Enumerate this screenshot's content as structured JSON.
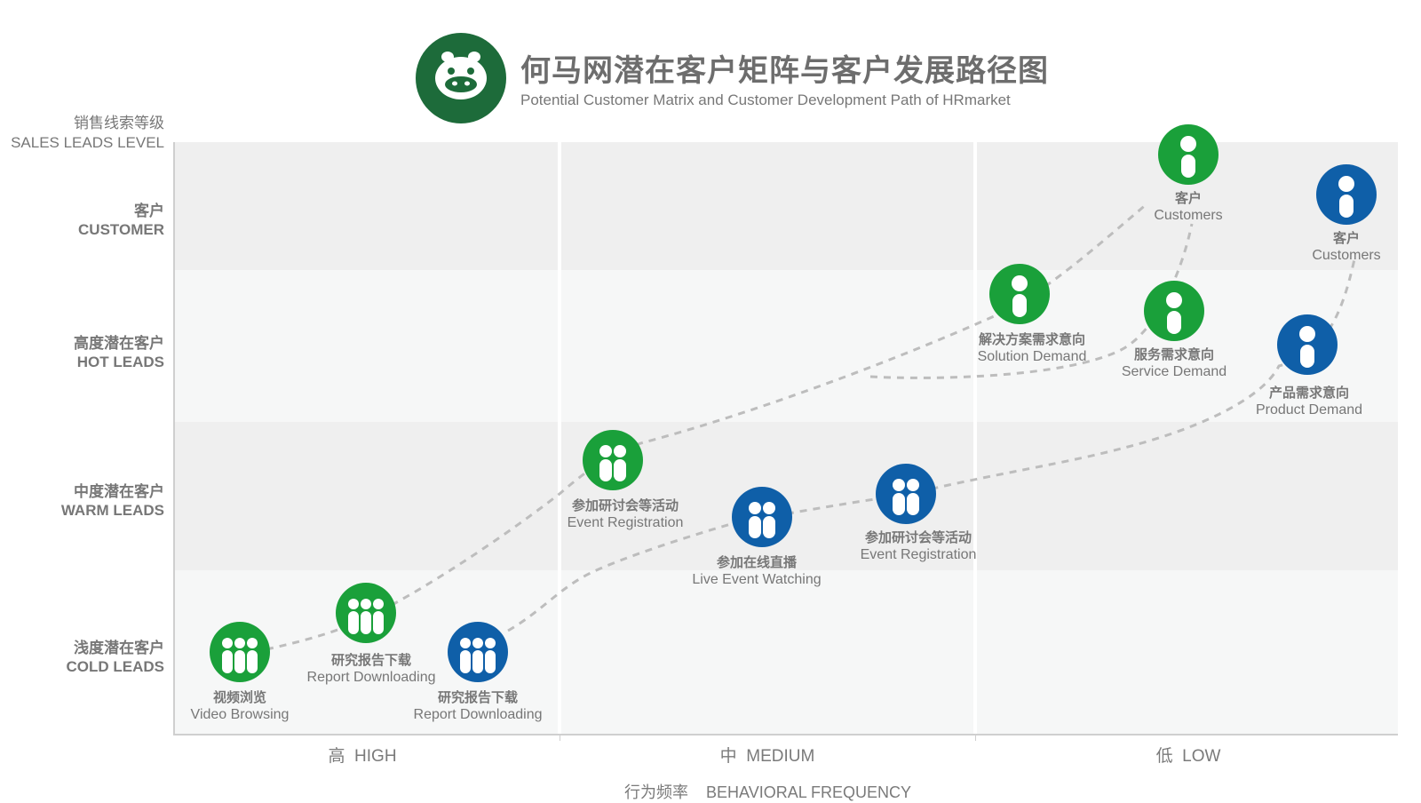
{
  "header": {
    "title_cn": "何马网潜在客户矩阵与客户发展路径图",
    "title_en": "Potential Customer Matrix and Customer Development Path of HRmarket"
  },
  "colors": {
    "green": "#1aa03a",
    "blue": "#0f5fa8",
    "logo": "#1d6b3a",
    "band_dark": "#efefef",
    "band_light": "#f6f7f7",
    "path": "#bdbdbd"
  },
  "y_axis": {
    "title_cn": "销售线索等级",
    "title_en": "SALES LEADS LEVEL",
    "levels": [
      {
        "cn": "客户",
        "en": "CUSTOMER"
      },
      {
        "cn": "高度潜在客户",
        "en": "HOT LEADS"
      },
      {
        "cn": "中度潜在客户",
        "en": "WARM LEADS"
      },
      {
        "cn": "浅度潜在客户",
        "en": "COLD LEADS"
      }
    ]
  },
  "x_axis": {
    "title_cn": "行为频率",
    "title_en": "BEHAVIORAL FREQUENCY",
    "columns": [
      {
        "cn": "高",
        "en": "HIGH"
      },
      {
        "cn": "中",
        "en": "MEDIUM"
      },
      {
        "cn": "低",
        "en": "LOW"
      }
    ]
  },
  "nodes": [
    {
      "cn": "视频浏览",
      "en": "Video Browsing",
      "color": "green",
      "icon": "group-3-icon"
    },
    {
      "cn": "研究报告下载",
      "en": "Report Downloading",
      "color": "green",
      "icon": "group-3-icon"
    },
    {
      "cn": "研究报告下载",
      "en": "Report Downloading",
      "color": "blue",
      "icon": "group-3-icon"
    },
    {
      "cn": "参加研讨会等活动",
      "en": "Event Registration",
      "color": "green",
      "icon": "group-2-icon"
    },
    {
      "cn": "参加在线直播",
      "en": "Live Event Watching",
      "color": "blue",
      "icon": "group-2-icon"
    },
    {
      "cn": "参加研讨会等活动",
      "en": "Event Registration",
      "color": "blue",
      "icon": "group-2-icon"
    },
    {
      "cn": "解决方案需求意向",
      "en": "Solution Demand",
      "color": "green",
      "icon": "person-icon"
    },
    {
      "cn": "服务需求意向",
      "en": "Service Demand",
      "color": "green",
      "icon": "person-icon"
    },
    {
      "cn": "产品需求意向",
      "en": "Product Demand",
      "color": "blue",
      "icon": "person-icon"
    },
    {
      "cn": "客户",
      "en": "Customers",
      "color": "green",
      "icon": "person-icon"
    },
    {
      "cn": "客户",
      "en": "Customers",
      "color": "blue",
      "icon": "person-icon"
    }
  ]
}
